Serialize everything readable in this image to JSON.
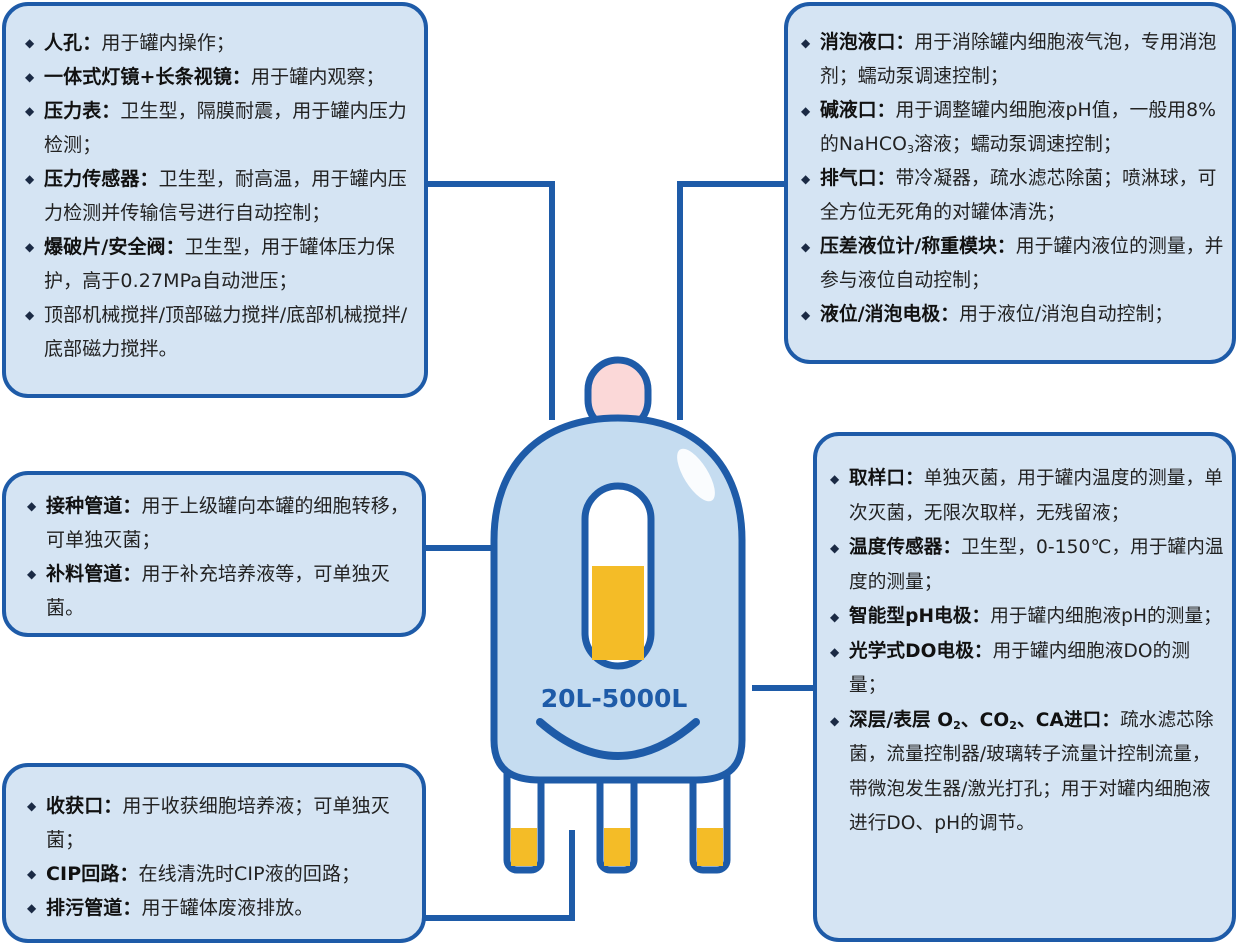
{
  "tank": {
    "label": "20L-5000L",
    "colors": {
      "outline": "#1e5ba8",
      "body": "#c5dcf0",
      "liquid": "#f4bc27",
      "cap": "#fbd8d8",
      "box_bg": "#d5e4f3"
    }
  },
  "top_left": {
    "items": [
      {
        "term": "人孔：",
        "desc": "用于罐内操作；"
      },
      {
        "term": "一体式灯镜+长条视镜：",
        "desc": "用于罐内观察；"
      },
      {
        "term": "压力表：",
        "desc": "卫生型，隔膜耐震，用于罐内压力检测；"
      },
      {
        "term": "压力传感器：",
        "desc": "卫生型，耐高温，用于罐内压力检测并传输信号进行自动控制；"
      },
      {
        "term": "爆破片/安全阀：",
        "desc": "卫生型，用于罐体压力保护，高于0.27MPa自动泄压；"
      },
      {
        "term": "",
        "desc": "顶部机械搅拌/顶部磁力搅拌/底部机械搅拌/底部磁力搅拌。"
      }
    ]
  },
  "middle_left": {
    "items": [
      {
        "term": "接种管道：",
        "desc": "用于上级罐向本罐的细胞转移，可单独灭菌；"
      },
      {
        "term": "补料管道：",
        "desc": "用于补充培养液等，可单独灭菌。"
      }
    ]
  },
  "bottom_left": {
    "items": [
      {
        "term": "收获口：",
        "desc": "用于收获细胞培养液；可单独灭菌；"
      },
      {
        "term": "CIP回路：",
        "desc": "在线清洗时CIP液的回路；"
      },
      {
        "term": "排污管道：",
        "desc": "用于罐体废液排放。"
      }
    ]
  },
  "top_right": {
    "items": [
      {
        "term": "消泡液口：",
        "desc": "用于消除罐内细胞液气泡，专用消泡剂；蠕动泵调速控制；"
      },
      {
        "term": "碱液口：",
        "desc": "用于调整罐内细胞液pH值，一般用8%的NaHCO",
        "sub": "3",
        "desc2": "溶液；蠕动泵调速控制；"
      },
      {
        "term": "排气口：",
        "desc": "带冷凝器，疏水滤芯除菌；喷淋球，可全方位无死角的对罐体清洗；"
      },
      {
        "term": "压差液位计/称重模块：",
        "desc": "用于罐内液位的测量，并参与液位自动控制；"
      },
      {
        "term": "液位/消泡电极：",
        "desc": "用于液位/消泡自动控制；"
      }
    ]
  },
  "bottom_right": {
    "items": [
      {
        "term": "取样口：",
        "desc": "单独灭菌，用于罐内温度的测量，单次灭菌，无限次取样，无残留液；"
      },
      {
        "term": "温度传感器：",
        "desc": "卫生型，0-150℃，用于罐内温度的测量；"
      },
      {
        "term": "智能型pH电极：",
        "desc": "用于罐内细胞液pH的测量；"
      },
      {
        "term": "光学式DO电极：",
        "desc": "用于罐内细胞液DO的测量；"
      },
      {
        "term_a": "深层/表层 O",
        "sub_a": "2",
        "term_b": "、CO",
        "sub_b": "2",
        "term_c": "、CA进口：",
        "desc": "疏水滤芯除菌，流量控制器/玻璃转子流量计控制流量，带微泡发生器/激光打孔；用于对罐内细胞液进行DO、pH的调节。"
      }
    ]
  }
}
